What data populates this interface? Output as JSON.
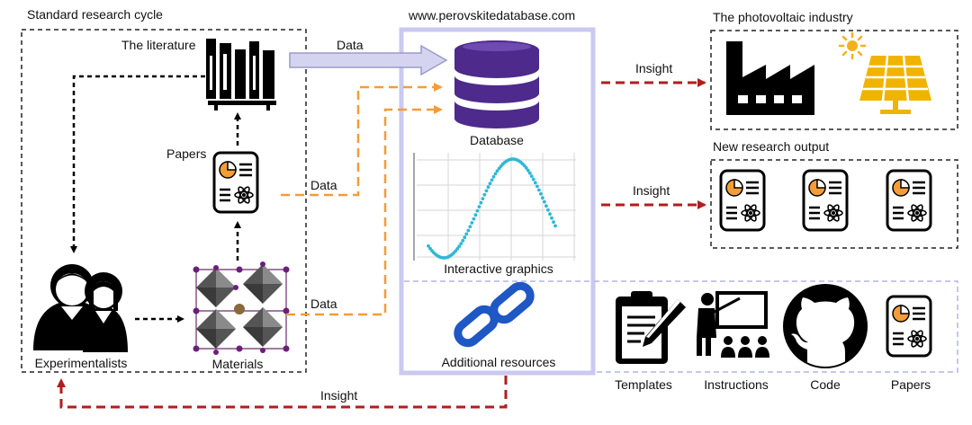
{
  "labels": {
    "cycle_title": "Standard research cycle",
    "website": "www.perovskitedatabase.com",
    "industry_title": "The photovoltaic industry",
    "new_output_title": "New research output",
    "literature": "The literature",
    "papers": "Papers",
    "experimentalists": "Experimentalists",
    "materials": "Materials",
    "database": "Database",
    "interactive_graphics": "Interactive graphics",
    "additional_resources": "Additional resources",
    "templates": "Templates",
    "instructions": "Instructions",
    "code": "Code",
    "papers_bottom": "Papers"
  },
  "arrows": {
    "data_literature": "Data",
    "data_papers": "Data",
    "data_materials": "Data",
    "insight_industry": "Insight",
    "insight_output": "Insight",
    "insight_bottom": "Insight"
  },
  "colors": {
    "orange": "#f39c3a",
    "red": "#b01e1e",
    "lavender": "#c9c9f2",
    "lavender_dash": "#b3b3ec",
    "blue": "#1f57c4",
    "teal": "#2fb7d6",
    "sun": "#f2b21b",
    "panel": "#f0b400"
  }
}
